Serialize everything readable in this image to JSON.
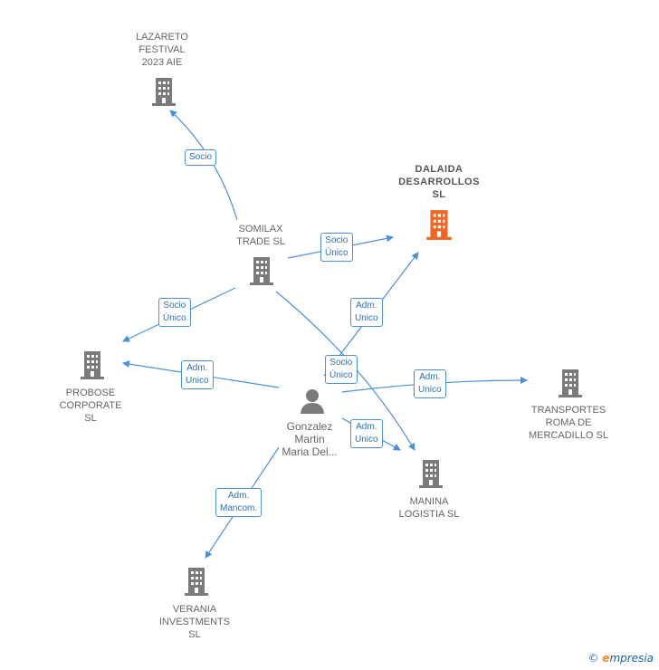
{
  "colors": {
    "edge": "#4a90d9",
    "building": "#7a7a7a",
    "focus_building": "#f26522",
    "person": "#7a7a7a"
  },
  "nodes": {
    "lazareto": {
      "label": "LAZARETO\nFESTIVAL\n2023 AIE",
      "icon": "building-icon"
    },
    "dalaida": {
      "label": "DALAIDA\nDESARROLLOS\nSL",
      "icon": "building-icon"
    },
    "somilax": {
      "label": "SOMILAX\nTRADE  SL",
      "icon": "building-icon"
    },
    "probose": {
      "label": "PROBOSE\nCORPORATE\nSL",
      "icon": "building-icon"
    },
    "gonzalez": {
      "label": "Gonzalez\nMartin\nMaria Del...",
      "icon": "person-icon"
    },
    "transportes": {
      "label": "TRANSPORTES\nROMA DE\nMERCADILLO SL",
      "icon": "building-icon"
    },
    "manina": {
      "label": "MANINA\nLOGISTIA  SL",
      "icon": "building-icon"
    },
    "verania": {
      "label": "VERANIA\nINVESTMENTS\nSL",
      "icon": "building-icon"
    }
  },
  "edges": {
    "somilax_lazareto": "Socio",
    "somilax_dalaida": "Socio\nÚnico",
    "somilax_probose": "Socio\nÚnico",
    "somilax_manina": "Socio\nÚnico",
    "gonzalez_dalaida": "Adm.\nUnico",
    "gonzalez_probose": "Adm.\nUnico",
    "gonzalez_transportes": "Adm.\nUnico",
    "gonzalez_manina": "Adm.\nUnico",
    "gonzalez_verania": "Adm.\nMancom."
  },
  "footer": {
    "copyright": "©",
    "brand_initial": "e",
    "brand_rest": "mpresia"
  }
}
